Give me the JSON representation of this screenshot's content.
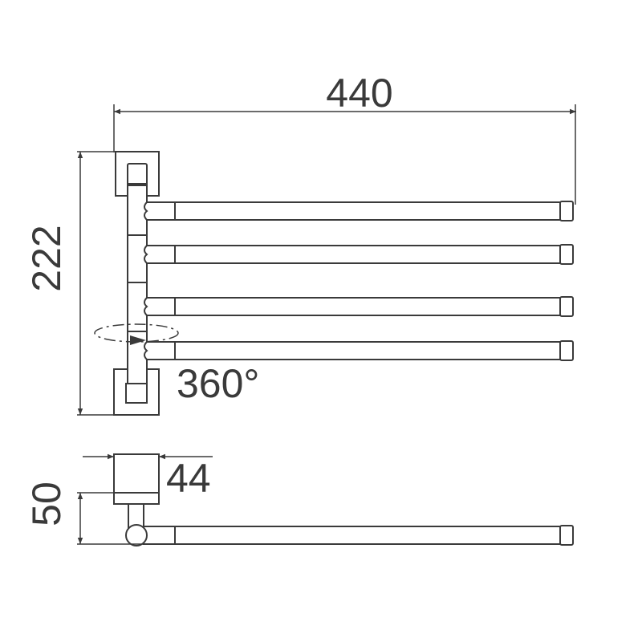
{
  "drawing": {
    "front_view": {
      "width_dimension": "440",
      "height_dimension": "222",
      "rotation_label": "360°",
      "arm_count": 4
    },
    "side_view": {
      "base_width_dimension": "44",
      "depth_dimension": "50"
    },
    "line_color": "#3a3a3a"
  }
}
